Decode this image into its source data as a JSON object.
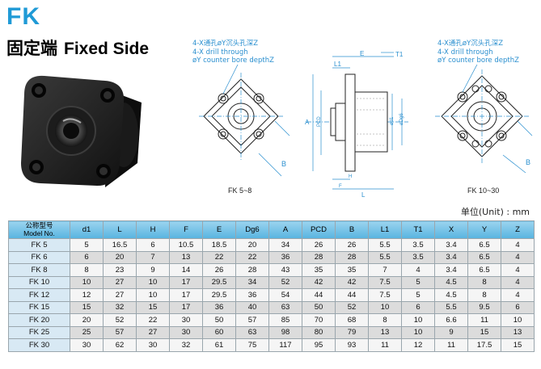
{
  "title": {
    "code": "FK",
    "cn": "固定端",
    "en": "Fixed Side"
  },
  "notes": {
    "line1": "4-X通孔øY沉头孔深Z",
    "line2": "4-X drill through",
    "line3": "øY counter bore depthZ"
  },
  "drawing_labels": {
    "e": "E",
    "t1": "T1",
    "l1": "L1",
    "a": "A",
    "pcd": "PCD",
    "d1": "ød1",
    "dg6": "øDg6",
    "h": "H",
    "f": "F",
    "l": "L",
    "b": "B"
  },
  "captions": {
    "left": "FK 5~8",
    "right": "FK 10~30"
  },
  "unit": "单位(Unit) : mm",
  "table": {
    "model_header_cn": "公称型号",
    "model_header_en": "Model No.",
    "columns": [
      "d1",
      "L",
      "H",
      "F",
      "E",
      "Dg6",
      "A",
      "PCD",
      "B",
      "L1",
      "T1",
      "X",
      "Y",
      "Z"
    ],
    "rows": [
      [
        "FK 5",
        "5",
        "16.5",
        "6",
        "10.5",
        "18.5",
        "20",
        "34",
        "26",
        "26",
        "5.5",
        "3.5",
        "3.4",
        "6.5",
        "4"
      ],
      [
        "FK 6",
        "6",
        "20",
        "7",
        "13",
        "22",
        "22",
        "36",
        "28",
        "28",
        "5.5",
        "3.5",
        "3.4",
        "6.5",
        "4"
      ],
      [
        "FK 8",
        "8",
        "23",
        "9",
        "14",
        "26",
        "28",
        "43",
        "35",
        "35",
        "7",
        "4",
        "3.4",
        "6.5",
        "4"
      ],
      [
        "FK 10",
        "10",
        "27",
        "10",
        "17",
        "29.5",
        "34",
        "52",
        "42",
        "42",
        "7.5",
        "5",
        "4.5",
        "8",
        "4"
      ],
      [
        "FK 12",
        "12",
        "27",
        "10",
        "17",
        "29.5",
        "36",
        "54",
        "44",
        "44",
        "7.5",
        "5",
        "4.5",
        "8",
        "4"
      ],
      [
        "FK 15",
        "15",
        "32",
        "15",
        "17",
        "36",
        "40",
        "63",
        "50",
        "52",
        "10",
        "6",
        "5.5",
        "9.5",
        "6"
      ],
      [
        "FK 20",
        "20",
        "52",
        "22",
        "30",
        "50",
        "57",
        "85",
        "70",
        "68",
        "8",
        "10",
        "6.6",
        "11",
        "10"
      ],
      [
        "FK 25",
        "25",
        "57",
        "27",
        "30",
        "60",
        "63",
        "98",
        "80",
        "79",
        "13",
        "10",
        "9",
        "15",
        "13"
      ],
      [
        "FK 30",
        "30",
        "62",
        "30",
        "32",
        "61",
        "75",
        "117",
        "95",
        "93",
        "11",
        "12",
        "11",
        "17.5",
        "15"
      ]
    ]
  },
  "colors": {
    "accent": "#1f9ad6",
    "note": "#2a8fcf",
    "header": "#58b4e0"
  }
}
